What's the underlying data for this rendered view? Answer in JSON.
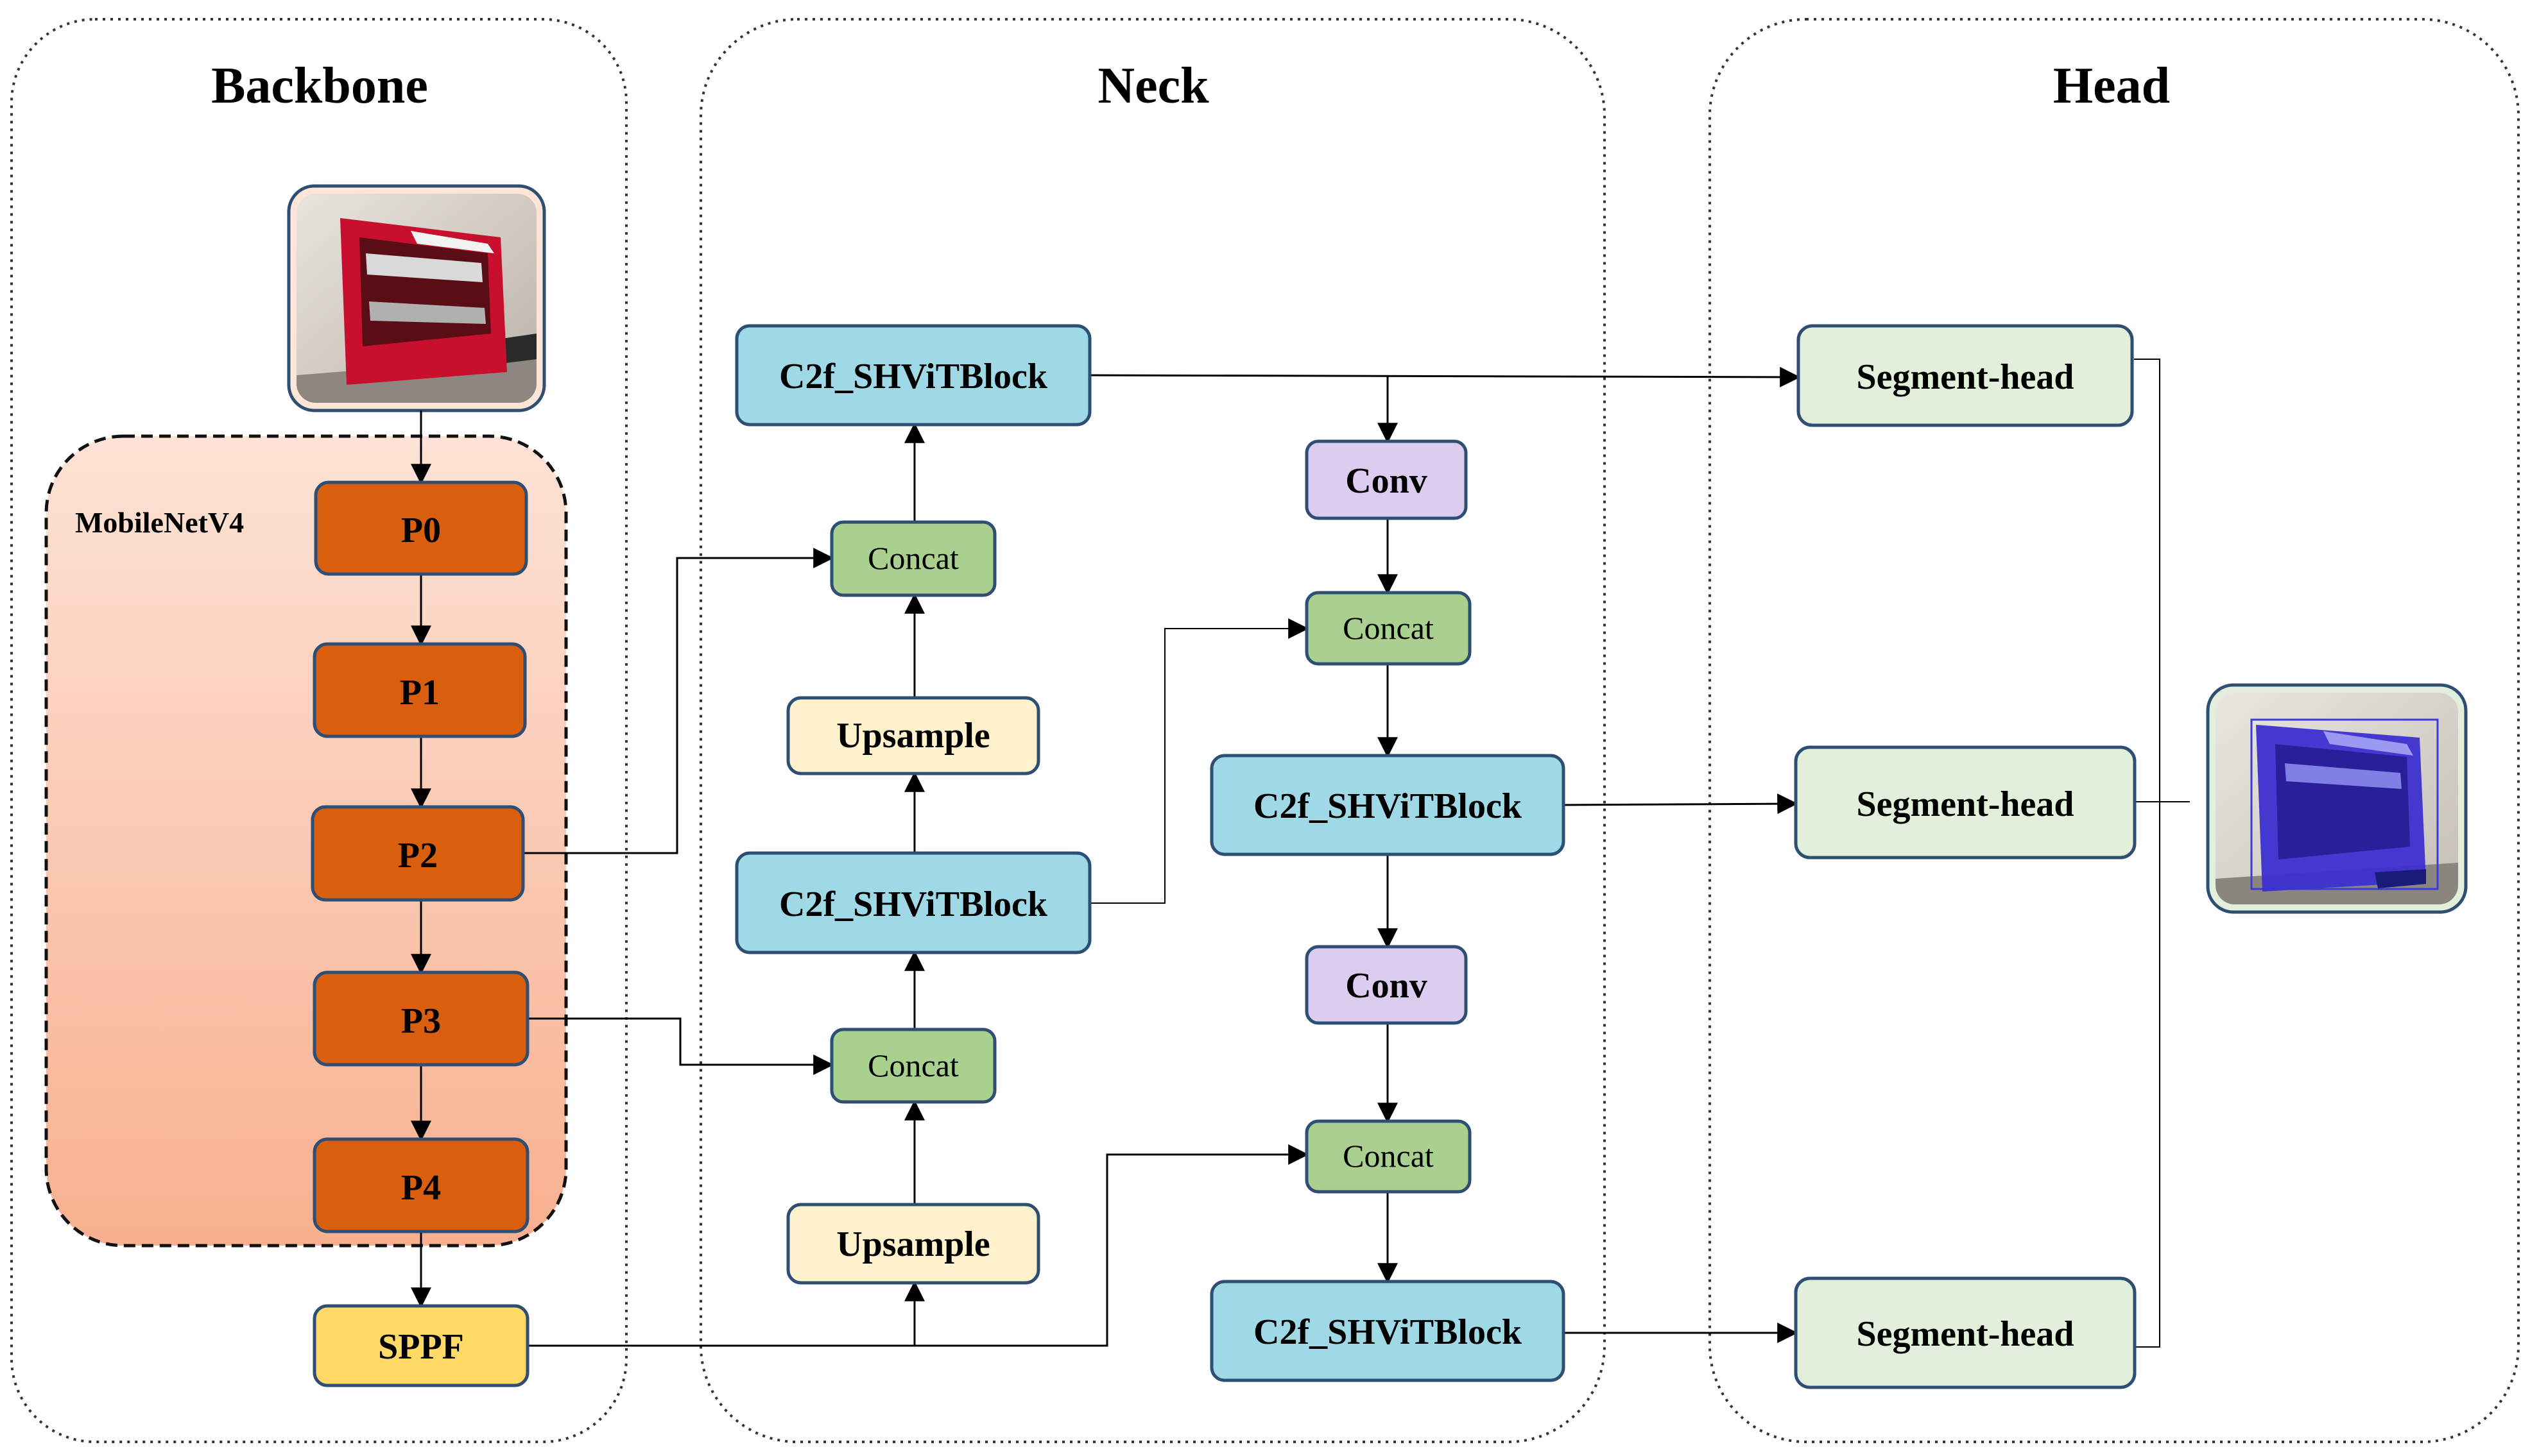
{
  "sections": {
    "backbone": "Backbone",
    "neck": "Neck",
    "head": "Head"
  },
  "backbone": {
    "group_label": "MobileNetV4",
    "stages": [
      "P0",
      "P1",
      "P2",
      "P3",
      "P4"
    ],
    "sppf": "SPPF"
  },
  "neck": {
    "c2f_top": "C2f_SHViTBlock",
    "c2f_mid_left": "C2f_SHViTBlock",
    "c2f_mid_right": "C2f_SHViTBlock",
    "c2f_bottom": "C2f_SHViTBlock",
    "concat_1": "Concat",
    "concat_2": "Concat",
    "concat_3": "Concat",
    "concat_4": "Concat",
    "upsample_1": "Upsample",
    "upsample_2": "Upsample",
    "conv_1": "Conv",
    "conv_2": "Conv"
  },
  "head": {
    "segment_heads": [
      "Segment-head",
      "Segment-head",
      "Segment-head"
    ]
  },
  "colors": {
    "stage_fill": "#d95f0e",
    "sppf_fill": "#ffd966",
    "c2f_fill": "#9fd9e6",
    "concat_fill": "#a9d08e",
    "upsample_fill": "#fff2cc",
    "conv_fill": "#dccdf0",
    "segment_fill": "#e2efda",
    "box_stroke": "#2f4e74"
  }
}
